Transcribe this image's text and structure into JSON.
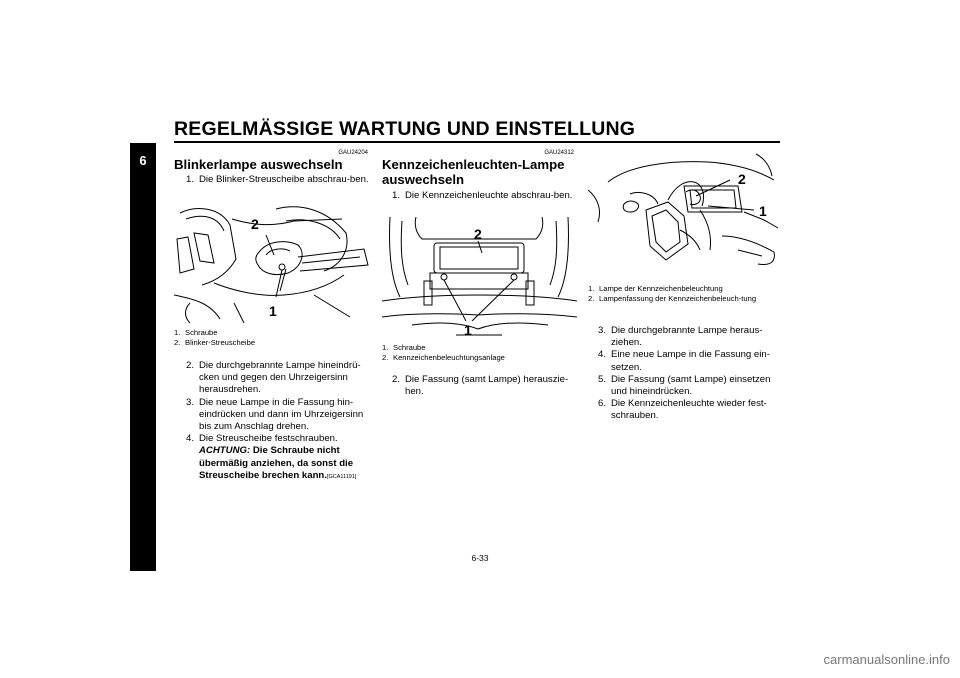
{
  "header": {
    "title": "REGELMÄSSIGE WARTUNG UND EINSTELLUNG"
  },
  "chapter_tab": "6",
  "sections": {
    "blinker": {
      "code": "GAU24204",
      "title": "Blinkerlampe auswechseln",
      "step1": {
        "num": "1.",
        "text": "Die Blinker-Streuscheibe abschrau-ben."
      },
      "fig_labels": [
        "2",
        "1"
      ],
      "captions": [
        {
          "num": "1.",
          "text": "Schraube"
        },
        {
          "num": "2.",
          "text": "Blinker-Streuscheibe"
        }
      ],
      "step2": {
        "num": "2.",
        "text": "Die durchgebrannte Lampe hineindrü-cken und gegen den Uhrzeigersinn herausdrehen."
      },
      "step3": {
        "num": "3.",
        "text": "Die neue Lampe in die Fassung hin-eindrücken und dann im Uhrzeigersinn bis zum Anschlag drehen."
      },
      "step4": {
        "num": "4.",
        "text": "Die Streuscheibe festschrauben.",
        "warning_head": "ACHTUNG:",
        "warning_text": "Die Schraube nicht übermäßig anziehen, da sonst die Streuscheibe brechen kann.",
        "warning_code": "[GCA11191]"
      }
    },
    "plate": {
      "code": "GAU24312",
      "title_line1": "Kennzeichenleuchten-Lampe",
      "title_line2": "auswechseln",
      "step1": {
        "num": "1.",
        "text": "Die Kennzeichenleuchte abschrau-ben."
      },
      "fig_labels": [
        "2",
        "1"
      ],
      "captions": [
        {
          "num": "1.",
          "text": "Schraube"
        },
        {
          "num": "2.",
          "text": "Kennzeichenbeleuchtungsanlage"
        }
      ],
      "step2": {
        "num": "2.",
        "text": "Die Fassung (samt Lampe) herauszie-hen."
      },
      "fig2_labels": [
        "2",
        "1"
      ],
      "captions2": [
        {
          "num": "1.",
          "text": "Lampe der Kennzeichenbeleuchtung"
        },
        {
          "num": "2.",
          "text": "Lampenfassung der Kennzeichenbeleuch-tung"
        }
      ],
      "step3": {
        "num": "3.",
        "text": "Die durchgebrannte Lampe heraus-ziehen."
      },
      "step4": {
        "num": "4.",
        "text": "Eine neue Lampe in die Fassung ein-setzen."
      },
      "step5": {
        "num": "5.",
        "text": "Die Fassung (samt Lampe) einsetzen und hineindrücken."
      },
      "step6": {
        "num": "6.",
        "text": "Die Kennzeichenleuchte wieder fest-schrauben."
      }
    }
  },
  "footer": {
    "page_number": "6-33"
  },
  "watermark": "carmanualsonline.info"
}
